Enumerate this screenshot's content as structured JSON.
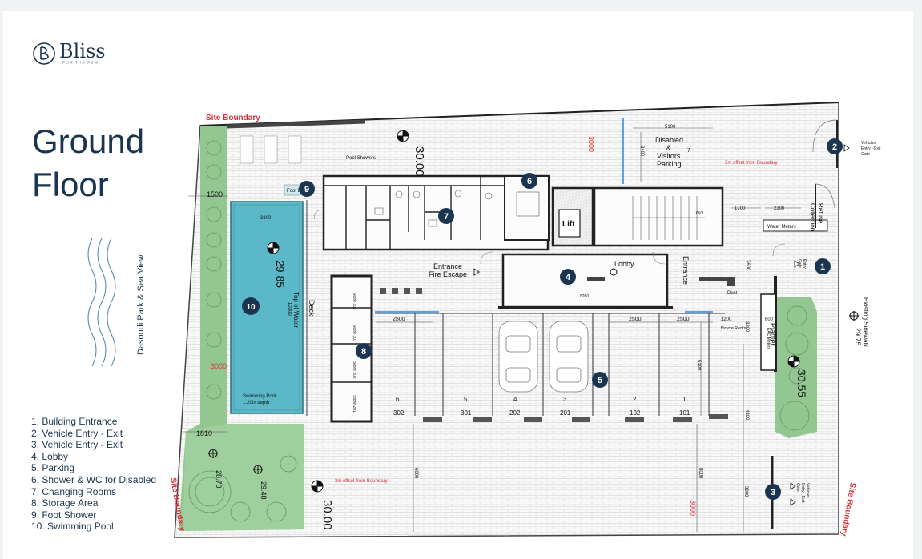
{
  "brand": {
    "name": "Bliss",
    "tagline": "FOR THE FEW"
  },
  "title": {
    "line1": "Ground",
    "line2": "Floor"
  },
  "legend": [
    "1. Building Entrance",
    "2. Vehicle Entry - Exit",
    "3. Vehicle Entry - Exit",
    "4. Lobby",
    "5. Parking",
    "6. Shower & WC for Disabled",
    "7. Changing Rooms",
    "8. Storage Area",
    "9. Foot Shower",
    "10. Swimming Pool"
  ],
  "side_label": "Dasoudi Park & Sea View",
  "labels": {
    "site_boundary": "Site Boundary",
    "pool_showers": "Pool Showers",
    "disabled_parking": [
      "Disabled",
      "&",
      "Visitors",
      "Parking"
    ],
    "offset_top": "3m offset from Boundary",
    "offset_bottom": "3m offset from Boundary",
    "refuse": [
      "Refuse",
      "Collection"
    ],
    "water_meters": "Water Meters",
    "entrance": "Entrance",
    "entrance_fire_escape": [
      "Entrance",
      "Fire Escape"
    ],
    "lobby": "Lobby",
    "lift": "Lift",
    "deck": "Deck",
    "top_of_water": "Top of Water",
    "swimming_pool": "Swimming Pool",
    "pool_depth": "1.20m depth",
    "foot_bath": "Foot Bath",
    "planter": "Planter",
    "existing_sidewalk": "Existing Sidewalk",
    "vehicles_entry_top": [
      "Vehicles",
      "Entry - Exit",
      "Gate"
    ],
    "vehicles_entry_bottom": [
      "Vehicles",
      "Entry - Exit",
      "Gate"
    ],
    "entry_gate": [
      "Entry",
      "Gate"
    ],
    "duct": "Duct",
    "eac_meters": "EAC Meters",
    "bicycle_racks": "Bicycle Racks"
  },
  "levels": {
    "top_left": "30.00",
    "pool": "29.85",
    "right": "30.55",
    "sidewalk": "29.75",
    "bottom": "30.00",
    "garden_a": "28.70",
    "garden_b": "29.48"
  },
  "dimensions": {
    "d1500": "1500",
    "d3300": "3300",
    "d10300": "10300",
    "d3000_left": "3000",
    "d1810": "1810",
    "d3000_top": "3000",
    "d5100": "5100",
    "d3400": "3400",
    "d7": "7",
    "d1700": "1700",
    "d2300": "2300",
    "d2500a": "2500",
    "d2500b": "2500",
    "d2500c": "2500",
    "d1200": "1200",
    "d600": "600",
    "d3200": "3200",
    "d8260": "8260",
    "d2600": "2600",
    "d5100v": "5100",
    "d4300": "4300",
    "d6000": "6000",
    "d8000": "8000",
    "d3000_bottom": "3000",
    "d3800": "3800",
    "d1050": "1050"
  },
  "spaces": [
    "6",
    "5",
    "4",
    "3",
    "2",
    "1"
  ],
  "space_numbers": [
    "302",
    "301",
    "202",
    "201",
    "102",
    "101"
  ],
  "stores": [
    "Store 302",
    "Store 301",
    "Store 202",
    "Store 201"
  ],
  "markers": [
    "1",
    "2",
    "3",
    "4",
    "5",
    "6",
    "7",
    "8",
    "9",
    "10"
  ],
  "colors": {
    "navy": "#1b3550",
    "pool": "#5bb8c9",
    "green": "#8ec58c",
    "red": "#d6323a",
    "wall": "#333333",
    "paving": "#f7f7f7"
  }
}
